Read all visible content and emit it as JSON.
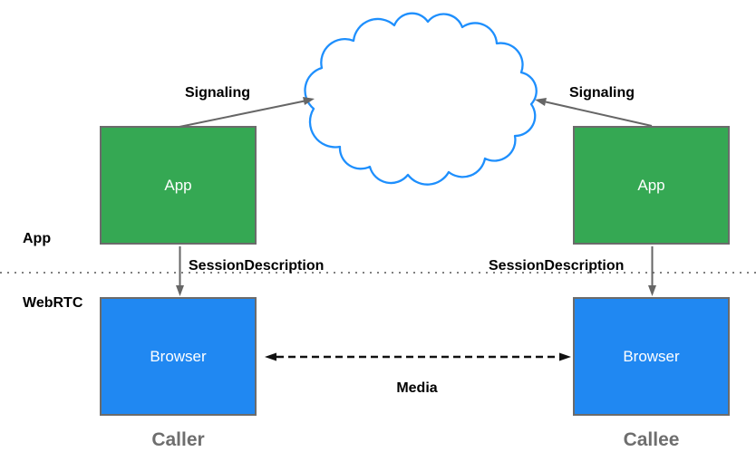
{
  "layers": {
    "app": "App",
    "webrtc": "WebRTC"
  },
  "caller": {
    "name": "Caller",
    "app_box_label": "App",
    "browser_box_label": "Browser",
    "signaling_label": "Signaling",
    "session_description_label": "SessionDescription"
  },
  "callee": {
    "name": "Callee",
    "app_box_label": "App",
    "browser_box_label": "Browser",
    "signaling_label": "Signaling",
    "session_description_label": "SessionDescription"
  },
  "media_label": "Media",
  "icons": {
    "cloud": "signaling-cloud-icon"
  },
  "colors": {
    "app_box_fill": "#35a853",
    "browser_box_fill": "#2088f2",
    "box_border": "#6b6b6b",
    "cloud_stroke": "#1e8ffd",
    "signaling_arrow": "#666666",
    "media_arrow": "#111111",
    "layer_divider": "#808080",
    "endpoint_label_text": "#6e6e6e",
    "annotation_text": "#000000",
    "box_text": "#ffffff"
  }
}
